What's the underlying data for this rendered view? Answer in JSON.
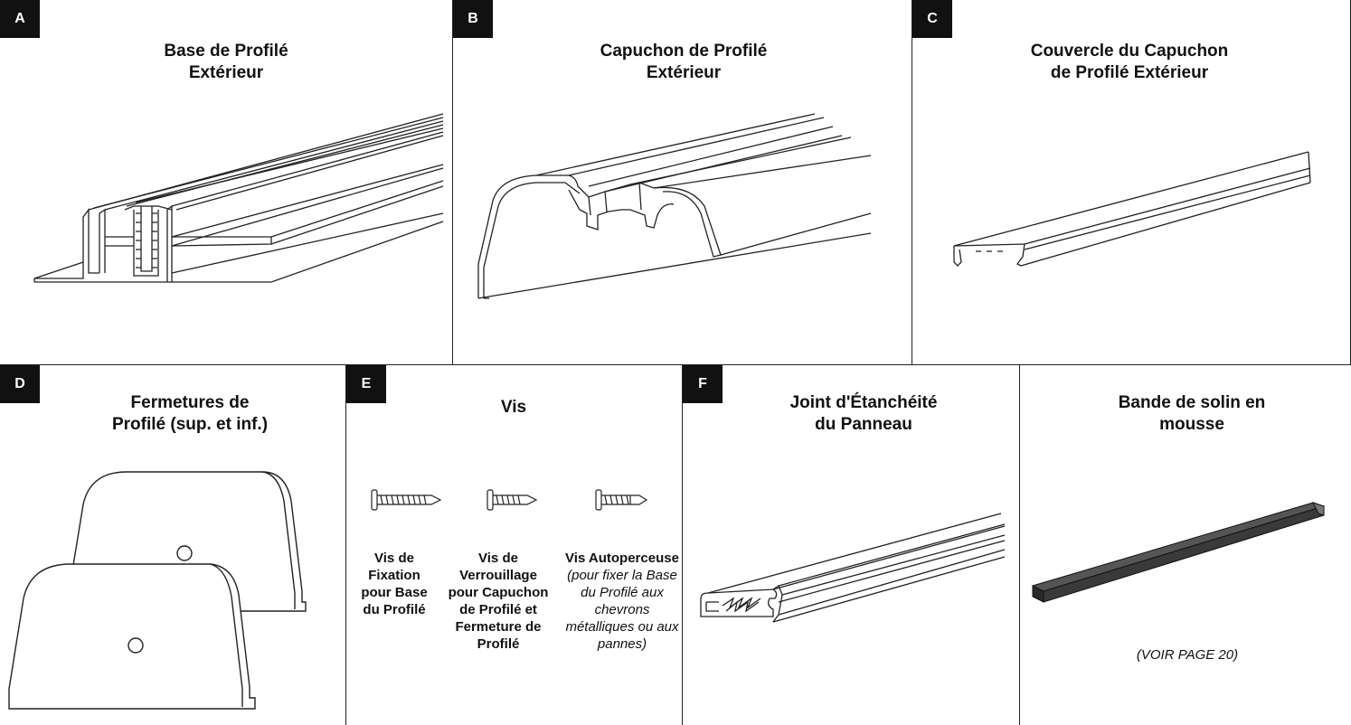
{
  "panels": {
    "a": {
      "letter": "A",
      "title_line1": "Base de Profilé",
      "title_line2": "Extérieur"
    },
    "b": {
      "letter": "B",
      "title_line1": "Capuchon de Profilé",
      "title_line2": "Extérieur"
    },
    "c": {
      "letter": "C",
      "title_line1": "Couvercle du Capuchon",
      "title_line2": "de Profilé Extérieur"
    },
    "d": {
      "letter": "D",
      "title_line1": "Fermetures de",
      "title_line2": "Profilé (sup. et inf.)"
    },
    "e": {
      "letter": "E",
      "title": "Vis",
      "screws": [
        {
          "bold": "Vis de Fixation pour Base du Profilé",
          "italic": ""
        },
        {
          "bold": "Vis de Verrouillage pour Capuchon de Profilé et Fermeture de Profilé",
          "italic": ""
        },
        {
          "bold": "Vis Autoperceuse",
          "italic": "(pour fixer la Base du Profilé aux chevrons métalliques ou aux pannes)"
        }
      ]
    },
    "f": {
      "letter": "F",
      "title_line1": "Joint d'Étanchéité",
      "title_line2": "du Panneau"
    },
    "g": {
      "title_line1": "Bande de solin en",
      "title_line2": "mousse",
      "note": "(VOIR PAGE 20)"
    }
  },
  "colors": {
    "line": "#222222",
    "badge": "#111111",
    "foam": "#3a3a3a"
  }
}
